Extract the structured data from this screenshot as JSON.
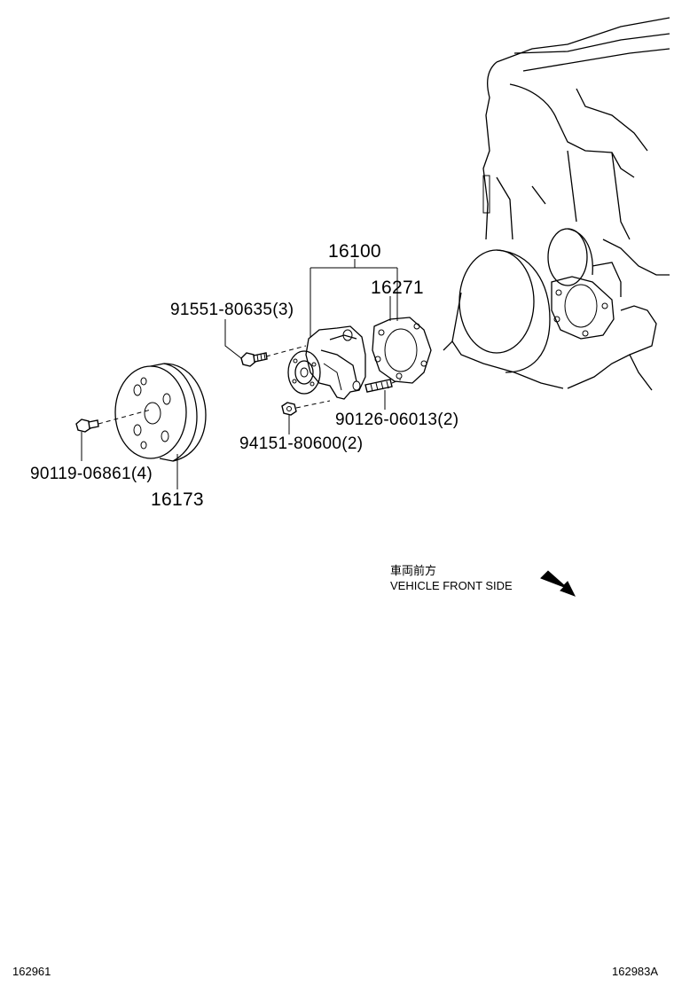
{
  "parts": {
    "water_pump_assy": "16100",
    "gasket": "16271",
    "bolt_pump": "91551-80635(3)",
    "stud": "90126-06013(2)",
    "nut": "94151-80600(2)",
    "bolt_pulley": "90119-06861(4)",
    "pulley": "16173"
  },
  "direction": {
    "japanese": "車両前方",
    "english": "VEHICLE FRONT SIDE"
  },
  "footer": {
    "left_code": "162961",
    "right_code": "162983A"
  }
}
